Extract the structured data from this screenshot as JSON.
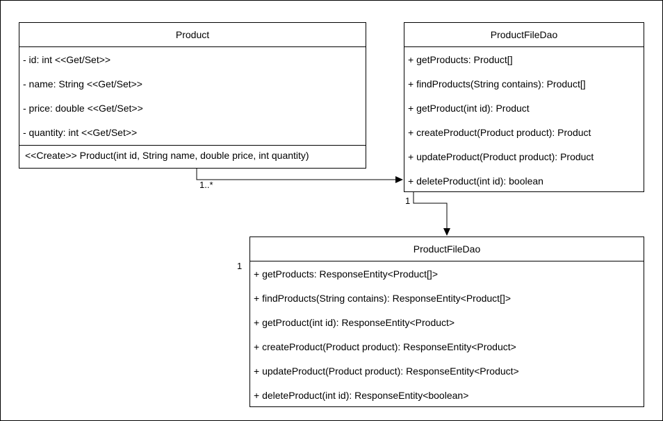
{
  "product": {
    "title": "Product",
    "attributes": [
      "- id: int <<Get/Set>>",
      "- name: String <<Get/Set>>",
      "- price: double <<Get/Set>>",
      "- quantity: int <<Get/Set>>"
    ],
    "operations": [
      "<<Create>> Product(int id, String name, double price, int quantity)"
    ]
  },
  "dao": {
    "title": "ProductFileDao",
    "methods": [
      "+ getProducts: Product[]",
      "+ findProducts(String contains): Product[]",
      "+ getProduct(int id): Product",
      "+ createProduct(Product product): Product",
      "+ updateProduct(Product product): Product",
      "+ deleteProduct(int id): boolean"
    ]
  },
  "controller": {
    "title": "ProductFileDao",
    "methods": [
      "+ getProducts: ResponseEntity<Product[]>",
      "+ findProducts(String contains): ResponseEntity<Product[]>",
      "+ getProduct(int id): ResponseEntity<Product>",
      "+ createProduct(Product product): ResponseEntity<Product>",
      "+ updateProduct(Product product): ResponseEntity<Product>",
      "+ deleteProduct(int id): ResponseEntity<boolean>"
    ]
  },
  "multiplicities": {
    "product_dao": "1..*",
    "dao_controller_source": "1",
    "controller_side": "1"
  },
  "colors": {
    "line": "#000000",
    "background": "#ffffff"
  }
}
